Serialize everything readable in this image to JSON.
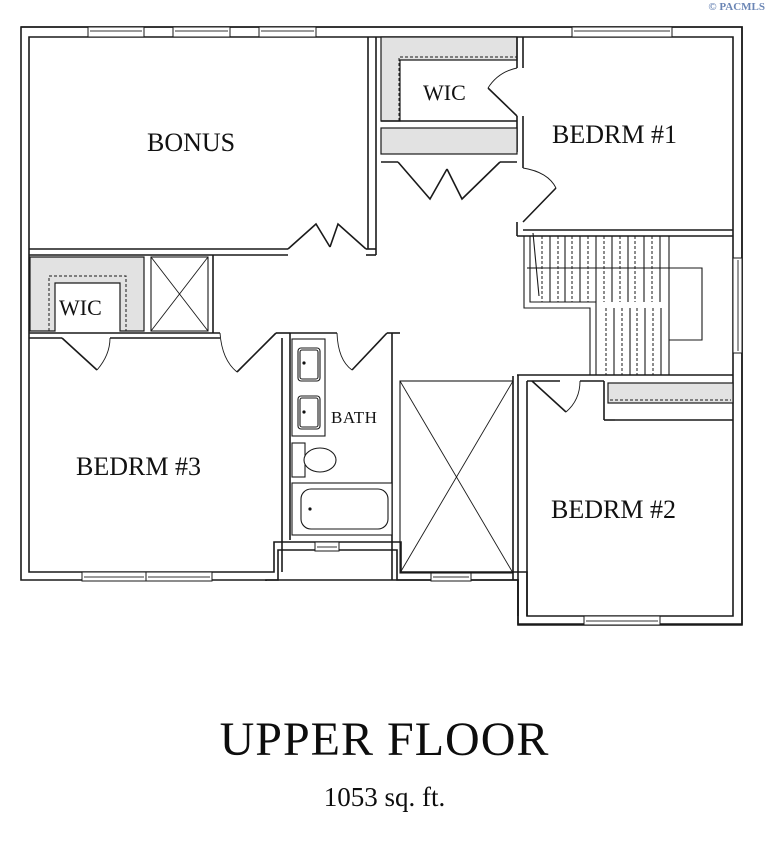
{
  "watermark": {
    "text": "© PACMLS",
    "color": "#6b86b5"
  },
  "plan": {
    "title": "UPPER FLOOR",
    "area": "1053 sq. ft.",
    "rooms": [
      {
        "id": "bonus",
        "label": "BONUS"
      },
      {
        "id": "wic-1",
        "label": "WIC"
      },
      {
        "id": "bedrm-1",
        "label": "BEDRM #1"
      },
      {
        "id": "wic-3",
        "label": "WIC"
      },
      {
        "id": "bath",
        "label": "BATH"
      },
      {
        "id": "bedrm-3",
        "label": "BEDRM #3"
      },
      {
        "id": "bedrm-2",
        "label": "BEDRM #2"
      }
    ],
    "colors": {
      "wall": "#1a1a1a",
      "shelf": "#e2e2e2",
      "background": "#ffffff"
    }
  }
}
